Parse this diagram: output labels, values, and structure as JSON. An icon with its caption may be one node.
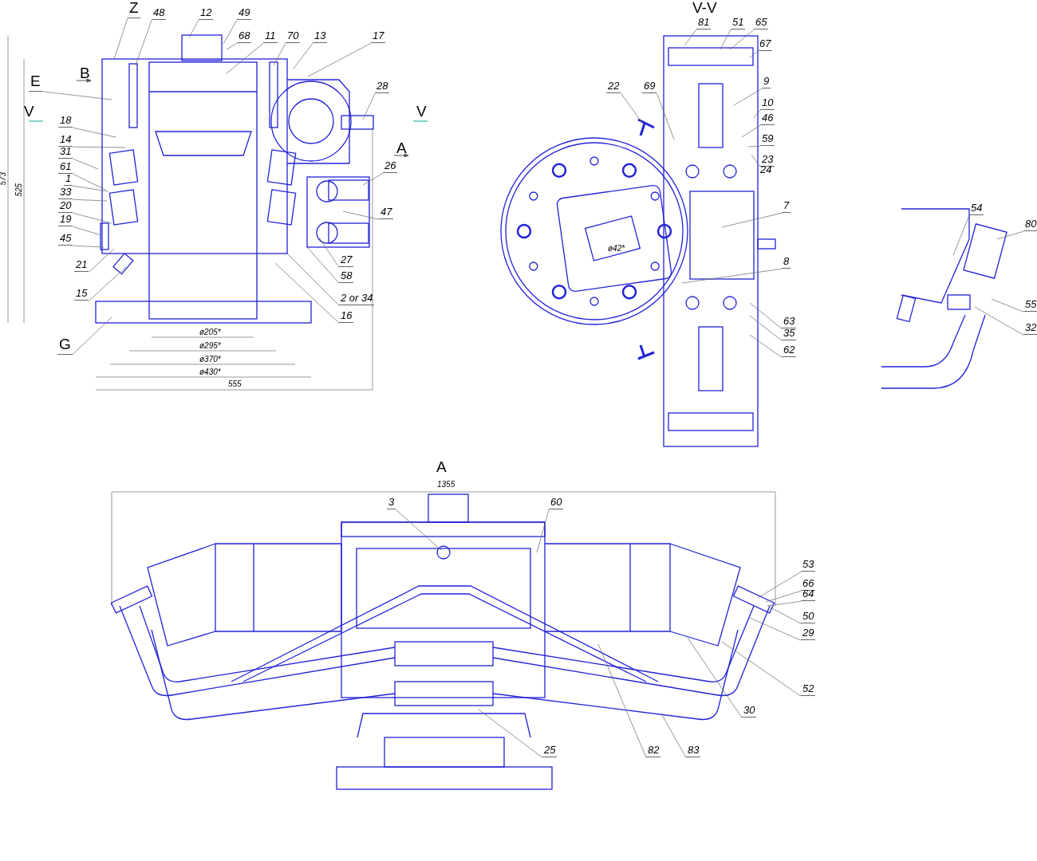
{
  "diagram": {
    "nodes": [
      {
        "text": [
          "Z"
        ]
      },
      {
        "text": [
          "48"
        ]
      },
      {
        "text": [
          "12"
        ]
      },
      {
        "text": [
          "49"
        ]
      },
      {
        "text": [
          "68"
        ]
      },
      {
        "text": [
          "11"
        ]
      },
      {
        "text": [
          "70"
        ]
      },
      {
        "text": [
          "13"
        ]
      },
      {
        "text": [
          "17"
        ]
      },
      {
        "text": [
          "E"
        ]
      },
      {
        "text": [
          "28"
        ]
      },
      {
        "text": [
          "18"
        ]
      },
      {
        "text": [
          "14"
        ]
      },
      {
        "text": [
          "31"
        ]
      },
      {
        "text": [
          "61"
        ]
      },
      {
        "text": [
          "1"
        ]
      },
      {
        "text": [
          "33"
        ]
      },
      {
        "text": [
          "20"
        ]
      },
      {
        "text": [
          "19"
        ]
      },
      {
        "text": [
          "45"
        ]
      },
      {
        "text": [
          "21"
        ]
      },
      {
        "text": [
          "15"
        ]
      },
      {
        "text": [
          "26"
        ]
      },
      {
        "text": [
          "47"
        ]
      },
      {
        "text": [
          "27"
        ]
      },
      {
        "text": [
          "58"
        ]
      },
      {
        "text": [
          "2 or 34"
        ]
      },
      {
        "text": [
          "16"
        ]
      },
      {
        "text": [
          "G"
        ]
      },
      {
        "text": [
          "81"
        ]
      },
      {
        "text": [
          "51"
        ]
      },
      {
        "text": [
          "65"
        ]
      },
      {
        "text": [
          "67"
        ]
      },
      {
        "text": [
          "22"
        ]
      },
      {
        "text": [
          "69"
        ]
      },
      {
        "text": [
          "9"
        ]
      },
      {
        "text": [
          "10"
        ]
      },
      {
        "text": [
          "46"
        ]
      },
      {
        "text": [
          "59"
        ]
      },
      {
        "text": [
          "23"
        ]
      },
      {
        "text": [
          "7"
        ]
      },
      {
        "text": [
          "8"
        ]
      },
      {
        "text": [
          "63"
        ]
      },
      {
        "text": [
          "35"
        ]
      },
      {
        "text": [
          "62"
        ]
      },
      {
        "text": [
          "54"
        ]
      },
      {
        "text": [
          "80"
        ]
      },
      {
        "text": [
          "55"
        ]
      },
      {
        "text": [
          "32"
        ]
      },
      {
        "text": [
          "3"
        ]
      },
      {
        "text": [
          "60"
        ]
      },
      {
        "text": [
          "53"
        ]
      },
      {
        "text": [
          "66"
        ]
      },
      {
        "text": [
          "64"
        ]
      },
      {
        "text": [
          "50"
        ]
      },
      {
        "text": [
          "29"
        ]
      },
      {
        "text": [
          "52"
        ]
      },
      {
        "text": [
          "30"
        ]
      },
      {
        "text": [
          "25"
        ]
      },
      {
        "text": [
          "82"
        ]
      },
      {
        "text": [
          "83"
        ]
      }
    ],
    "edges": [
      {
        "from": 0,
        "to": null,
        "arrow": "none"
      },
      {
        "from": 1,
        "to": null,
        "arrow": "none"
      },
      {
        "from": 2,
        "to": null,
        "arrow": "none"
      },
      {
        "from": 3,
        "to": null,
        "arrow": "none"
      },
      {
        "from": 4,
        "to": null,
        "arrow": "none"
      },
      {
        "from": 5,
        "to": null,
        "arrow": "none"
      },
      {
        "from": 6,
        "to": null,
        "arrow": "none"
      },
      {
        "from": 7,
        "to": null,
        "arrow": "none"
      },
      {
        "from": 8,
        "to": null,
        "arrow": "none"
      },
      {
        "from": 9,
        "to": null,
        "arrow": "none"
      },
      {
        "from": 10,
        "to": null,
        "arrow": "none"
      },
      {
        "from": 11,
        "to": null,
        "arrow": "none"
      },
      {
        "from": 12,
        "to": null,
        "arrow": "none"
      },
      {
        "from": 13,
        "to": null,
        "arrow": "none"
      },
      {
        "from": 14,
        "to": null,
        "arrow": "none"
      },
      {
        "from": 15,
        "to": null,
        "arrow": "none"
      },
      {
        "from": 16,
        "to": null,
        "arrow": "none"
      },
      {
        "from": 17,
        "to": null,
        "arrow": "none"
      },
      {
        "from": 18,
        "to": null,
        "arrow": "none"
      },
      {
        "from": 19,
        "to": null,
        "arrow": "none"
      },
      {
        "from": 20,
        "to": null,
        "arrow": "none"
      },
      {
        "from": 21,
        "to": null,
        "arrow": "none"
      },
      {
        "from": 22,
        "to": null,
        "arrow": "none"
      },
      {
        "from": 23,
        "to": null,
        "arrow": "none"
      },
      {
        "from": 24,
        "to": null,
        "arrow": "none"
      },
      {
        "from": 25,
        "to": null,
        "arrow": "none"
      },
      {
        "from": 26,
        "to": null,
        "arrow": "none"
      },
      {
        "from": 27,
        "to": null,
        "arrow": "none"
      },
      {
        "from": 28,
        "to": null,
        "arrow": "none"
      },
      {
        "from": 29,
        "to": null,
        "arrow": "none"
      },
      {
        "from": 30,
        "to": null,
        "arrow": "none"
      },
      {
        "from": 31,
        "to": null,
        "arrow": "none"
      },
      {
        "from": 32,
        "to": null,
        "arrow": "none"
      },
      {
        "from": 33,
        "to": null,
        "arrow": "none"
      },
      {
        "from": 34,
        "to": null,
        "arrow": "none"
      },
      {
        "from": 35,
        "to": null,
        "arrow": "none"
      },
      {
        "from": 36,
        "to": null,
        "arrow": "none"
      },
      {
        "from": 37,
        "to": null,
        "arrow": "none"
      },
      {
        "from": 38,
        "to": null,
        "arrow": "none"
      },
      {
        "from": 39,
        "to": null,
        "arrow": "none"
      },
      {
        "from": 40,
        "to": null,
        "arrow": "none"
      },
      {
        "from": 41,
        "to": null,
        "arrow": "none"
      },
      {
        "from": 42,
        "to": null,
        "arrow": "none"
      },
      {
        "from": 43,
        "to": null,
        "arrow": "none"
      },
      {
        "from": 44,
        "to": null,
        "arrow": "none"
      },
      {
        "from": 45,
        "to": null,
        "arrow": "none"
      },
      {
        "from": 46,
        "to": null,
        "arrow": "none"
      },
      {
        "from": 47,
        "to": null,
        "arrow": "none"
      },
      {
        "from": 48,
        "to": null,
        "arrow": "none"
      },
      {
        "from": 49,
        "to": null,
        "arrow": "none"
      },
      {
        "from": 50,
        "to": null,
        "arrow": "none"
      },
      {
        "from": 51,
        "to": null,
        "arrow": "none"
      },
      {
        "from": 52,
        "to": null,
        "arrow": "none"
      },
      {
        "from": 53,
        "to": null,
        "arrow": "none"
      },
      {
        "from": 54,
        "to": null,
        "arrow": "none"
      },
      {
        "from": 55,
        "to": null,
        "arrow": "none"
      },
      {
        "from": 56,
        "to": null,
        "arrow": "none"
      },
      {
        "from": 57,
        "to": null,
        "arrow": "none"
      },
      {
        "from": 58,
        "to": null,
        "arrow": "none"
      },
      {
        "from": 59,
        "to": null,
        "arrow": "none"
      },
      {
        "from": 60,
        "to": null,
        "arrow": "none"
      }
    ],
    "labels": [
      "V-V",
      "573",
      "525",
      "B",
      "V",
      "V",
      "A",
      "24",
      "ø42*",
      "ø205*",
      "ø295*",
      "ø370*",
      "ø430*",
      "555",
      "A",
      "1355"
    ]
  }
}
